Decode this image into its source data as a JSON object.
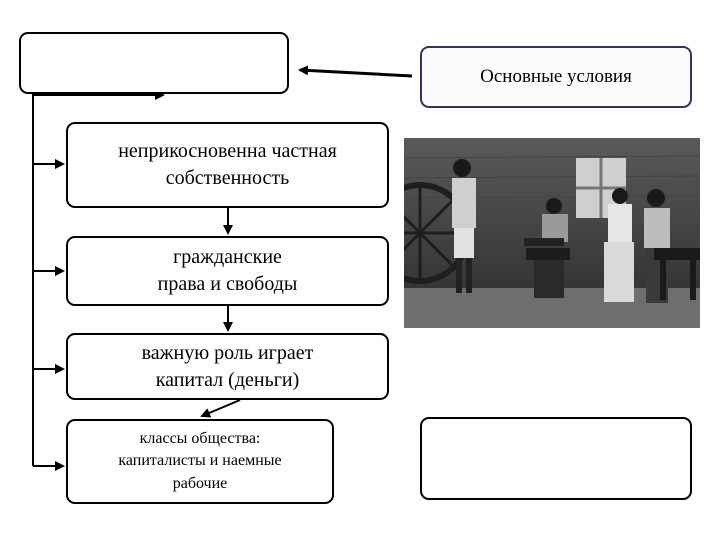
{
  "diagram": {
    "top_left_box": "",
    "conditions_box": "Основные условия",
    "steps": [
      "неприкосновенна частная\nсобственность",
      "гражданские\nправа и свободы",
      "важную роль играет\nкапитал (деньги)",
      "классы общества:\nкапиталисты и наемные\nрабочие"
    ],
    "bottom_right_box": ""
  },
  "photo": {
    "description_icon": "blacksmith-workshop-photo"
  }
}
